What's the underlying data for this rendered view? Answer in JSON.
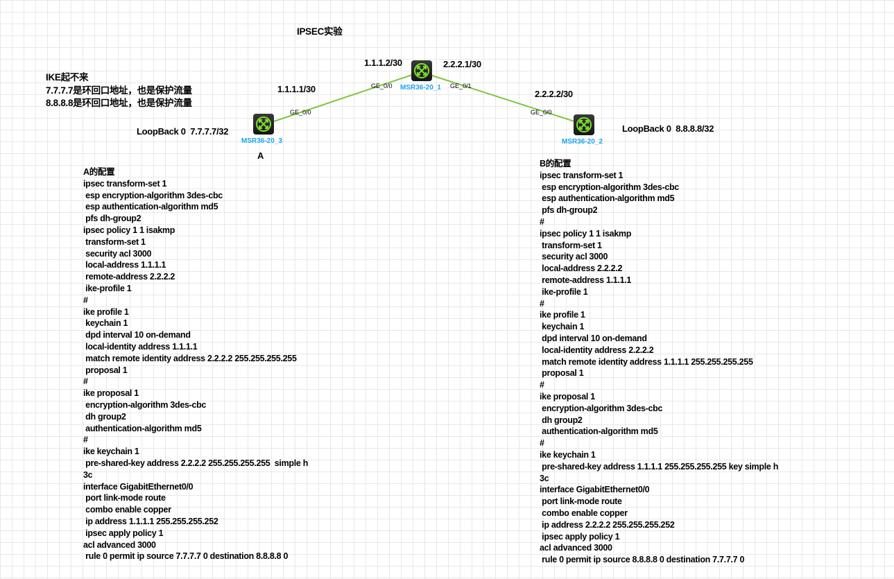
{
  "title": "IPSEC实验",
  "notes": [
    "IKE起不来",
    "7.7.7.7是环回口地址，也是保护流量",
    "8.8.8.8是环回口地址，也是保护流量"
  ],
  "link_color": "#7dc63e",
  "devices": {
    "center": {
      "name": "MSR36-20_1",
      "ip_left": "1.1.1.2/30",
      "ip_right": "2.2.2.1/30",
      "port_left": "GE_0/0",
      "port_right": "GE_0/1"
    },
    "a": {
      "name": "MSR36-20_3",
      "label": "A",
      "ip": "1.1.1.1/30",
      "port": "GE_0/0",
      "loopback": "LoopBack 0  7.7.7.7/32"
    },
    "b": {
      "name": "MSR36-20_2",
      "ip": "2.2.2.2/30",
      "port": "GE_0/0",
      "loopback": "LoopBack 0  8.8.8.8/32"
    }
  },
  "config_a": {
    "title": "A的配置",
    "lines": [
      "ipsec transform-set 1",
      " esp encryption-algorithm 3des-cbc",
      " esp authentication-algorithm md5",
      " pfs dh-group2",
      "ipsec policy 1 1 isakmp",
      " transform-set 1",
      " security acl 3000",
      " local-address 1.1.1.1",
      " remote-address 2.2.2.2",
      " ike-profile 1",
      "#",
      "ike profile 1",
      " keychain 1",
      " dpd interval 10 on-demand",
      " local-identity address 1.1.1.1",
      " match remote identity address 2.2.2.2 255.255.255.255",
      " proposal 1",
      "#",
      "ike proposal 1",
      " encryption-algorithm 3des-cbc",
      " dh group2",
      " authentication-algorithm md5",
      "#",
      "ike keychain 1",
      " pre-shared-key address 2.2.2.2 255.255.255.255  simple h",
      "3c",
      "interface GigabitEthernet0/0",
      " port link-mode route",
      " combo enable copper",
      " ip address 1.1.1.1 255.255.255.252",
      " ipsec apply policy 1",
      "acl advanced 3000",
      " rule 0 permit ip source 7.7.7.7 0 destination 8.8.8.8 0"
    ]
  },
  "config_b": {
    "title": "B的配置",
    "lines": [
      "ipsec transform-set 1",
      " esp encryption-algorithm 3des-cbc",
      " esp authentication-algorithm md5",
      " pfs dh-group2",
      "#",
      "ipsec policy 1 1 isakmp",
      " transform-set 1",
      " security acl 3000",
      " local-address 2.2.2.2",
      " remote-address 1.1.1.1",
      " ike-profile 1",
      "#",
      "ike profile 1",
      " keychain 1",
      " dpd interval 10 on-demand",
      " local-identity address 2.2.2.2",
      " match remote identity address 1.1.1.1 255.255.255.255",
      " proposal 1",
      "#",
      "ike proposal 1",
      " encryption-algorithm 3des-cbc",
      " dh group2",
      " authentication-algorithm md5",
      "#",
      "ike keychain 1",
      " pre-shared-key address 1.1.1.1 255.255.255.255 key simple h",
      "3c",
      "interface GigabitEthernet0/0",
      " port link-mode route",
      " combo enable copper",
      " ip address 2.2.2.2 255.255.255.252",
      " ipsec apply policy 1",
      "acl advanced 3000",
      " rule 0 permit ip source 8.8.8.8 0 destination 7.7.7.7 0"
    ]
  }
}
